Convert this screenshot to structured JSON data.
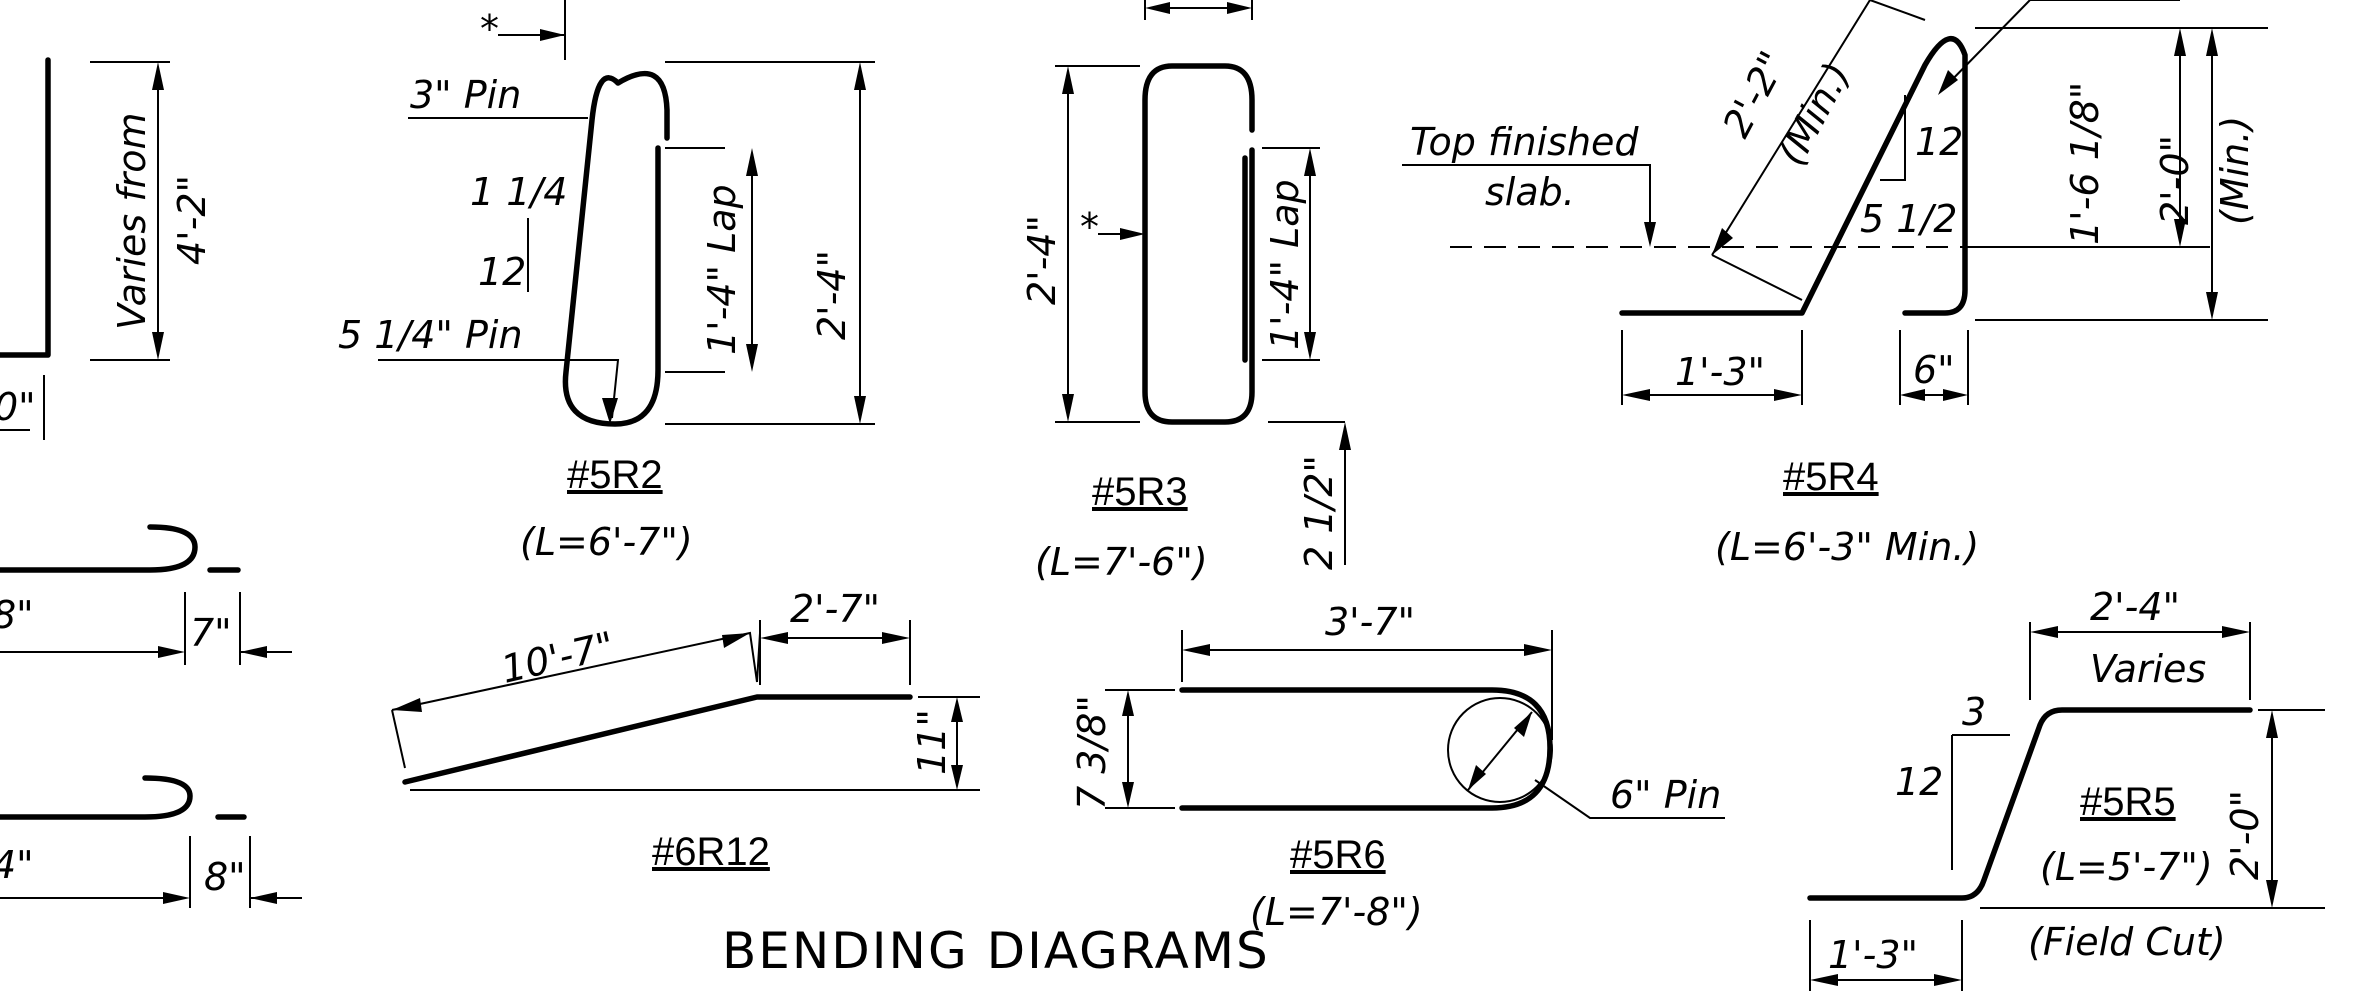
{
  "sheet_title": "BENDING DIAGRAMS",
  "colors": {
    "ink": "#000000",
    "paper": "#ffffff"
  },
  "left_partial": {
    "varies_from": "Varies from",
    "varies_value": "4'-2\"",
    "dim_cut": "0\"",
    "hook1_len": "8\"",
    "hook1_tail": "7\"",
    "hook2_len": "4\"",
    "hook2_tail": "8\""
  },
  "bar_5r2": {
    "mark": "#5R2",
    "length": "(L=6'-7\")",
    "asterisk": "*",
    "pin_top": "3\" Pin",
    "slope_num": "1 1/4",
    "slope_den": "12",
    "pin_bottom": "5 1/4\" Pin",
    "lap": "1'-4\" Lap",
    "height": "2'-4\""
  },
  "bar_5r3": {
    "mark": "#5R3",
    "length": "(L=7'-6\")",
    "asterisk": "*",
    "height": "2'-4\"",
    "lap": "1'-4\" Lap",
    "offset": "2 1/2\""
  },
  "bar_5r4": {
    "mark": "#5R4",
    "length": "(L=6'-3\" Min.)",
    "slab_line1": "Top finished",
    "slab_line2": "slab.",
    "diag_len": "2'-2\"",
    "diag_min": "(Min.)",
    "slope_num": "12",
    "slope_den": "5 1/2",
    "inner_height": "1'-6 1/8\"",
    "total_height": "2'-0\"",
    "total_min": "(Min.)",
    "base_len": "1'-3\"",
    "tail_len": "6\""
  },
  "bar_6r12": {
    "mark": "#6R12",
    "sloped_len": "10'-7\"",
    "flat_len": "2'-7\"",
    "rise": "11\""
  },
  "bar_5r6": {
    "mark": "#5R6",
    "length": "(L=7'-8\")",
    "width": "3'-7\"",
    "height": "7 3/8\"",
    "pin": "6\" Pin"
  },
  "bar_5r5": {
    "mark": "#5R5",
    "length": "(L=5'-7\")",
    "note": "(Field Cut)",
    "top_len": "2'-4\"",
    "top_varies": "Varies",
    "slope_h": "3",
    "slope_v": "12",
    "height": "2'-0\"",
    "base_len": "1'-3\""
  }
}
